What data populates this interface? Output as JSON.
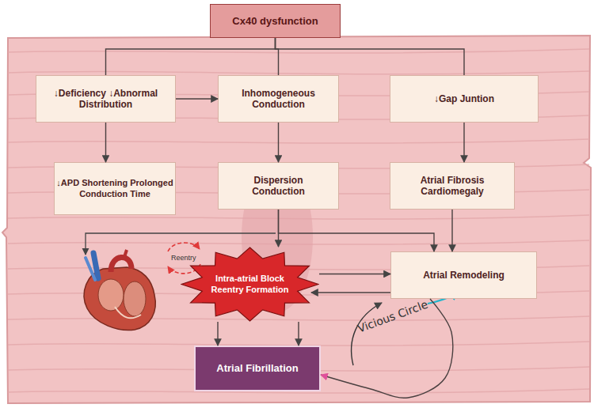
{
  "diagram": {
    "nodes": [
      {
        "text": [
          "Cx40 dysfunction"
        ]
      },
      {
        "text": [
          "↓Deficiency ↓Abnormal Distribution"
        ]
      },
      {
        "text": [
          "Inhomogeneous Conduction"
        ]
      },
      {
        "text": [
          "↓Gap Juntion"
        ]
      },
      {
        "text": [
          "↓APD Shortening Prolonged Conduction Time"
        ]
      },
      {
        "text": [
          "Dispersion Conduction"
        ]
      },
      {
        "text": [
          "Atrial Fibrosis Cardiomegaly"
        ]
      },
      {
        "text": [
          "Intra-atrial Block Reentry Formation"
        ]
      },
      {
        "text": [
          "Atrial Remodeling"
        ]
      },
      {
        "text": [
          "Atrial Fibrillation"
        ]
      }
    ],
    "edges": [
      {
        "from": 0,
        "to": 1,
        "arrow": "none"
      },
      {
        "from": 0,
        "to": 2,
        "arrow": "none"
      },
      {
        "from": 0,
        "to": 3,
        "arrow": "none"
      },
      {
        "from": 1,
        "to": 2,
        "arrow": "to"
      },
      {
        "from": 1,
        "to": 4,
        "arrow": "to"
      },
      {
        "from": 2,
        "to": 5,
        "arrow": "to"
      },
      {
        "from": 3,
        "to": 6,
        "arrow": "to"
      },
      {
        "from": 5,
        "to": 7,
        "arrow": "to"
      },
      {
        "from": 5,
        "to": 8,
        "arrow": "to"
      },
      {
        "from": 6,
        "to": 8,
        "arrow": "to"
      },
      {
        "from": 7,
        "to": 8,
        "arrow": "to"
      },
      {
        "from": 8,
        "to": 7,
        "arrow": "to"
      },
      {
        "from": 7,
        "to": 9,
        "arrow": "to"
      },
      {
        "from": 7,
        "to": 9,
        "arrow": "to"
      },
      {
        "from": 8,
        "to": 9,
        "arrow": "to"
      }
    ],
    "labels": [
      "Reentry",
      "Vicious Circle"
    ]
  }
}
